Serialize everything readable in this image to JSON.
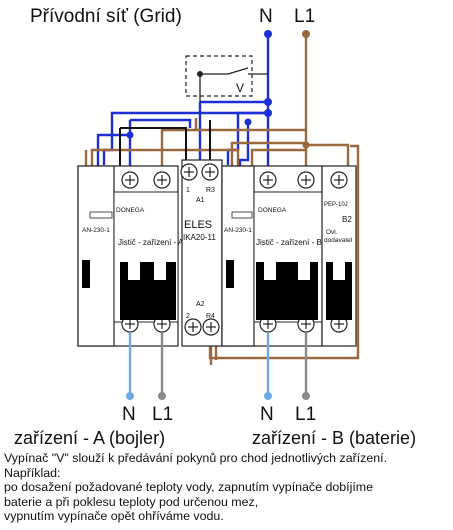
{
  "title": "Přívodní síť (Grid)",
  "supply": {
    "n": "N",
    "l1": "L1"
  },
  "switch_v": {
    "label": "V"
  },
  "devices": {
    "a": {
      "n": "N",
      "l1": "L1",
      "name": "zařízení - A (bojler)",
      "breaker_left_text": [
        "AN-230-1"
      ],
      "breaker_right_text": [
        "Jistič - zařízení - A"
      ]
    },
    "b": {
      "n": "N",
      "l1": "L1",
      "name": "zařízení - B (baterie)",
      "breaker_left_text": [
        "AN-230-1"
      ],
      "breaker_right_text": [
        "Jistič - zařízení - B"
      ],
      "module_text": [
        "PEP-10J",
        "B2",
        "Ovl.",
        "dodavatel"
      ]
    }
  },
  "relay": {
    "name": "ELES",
    "model": "IKA20-11",
    "terminals": [
      "1",
      "R3",
      "A1",
      "A2",
      "2",
      "R4"
    ]
  },
  "brand": "DONEGA",
  "note": {
    "lines": [
      "Vypínač \"V\" slouží k předávání pokynů pro chod jednotlivých zařízení.",
      "Například:",
      "po dosažení požadované teploty vody, zapnutím vypínače dobíjíme",
      "baterie a při poklesu teploty pod určenou mez,",
      "vypnutím vypínače opět ohříváme vodu."
    ]
  },
  "colors": {
    "neutral": "#1c2fd6",
    "line": "#9a6a3e",
    "neutral_out": "#6fa9e3",
    "line_out": "#8a8a8a",
    "switch_box": "#222222",
    "module_fill": "#ffffff",
    "handle": "#000000"
  }
}
